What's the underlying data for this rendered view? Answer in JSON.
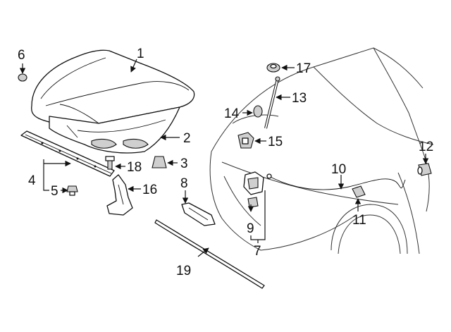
{
  "callouts": [
    {
      "id": "c1",
      "number": "1"
    },
    {
      "id": "c2",
      "number": "2"
    },
    {
      "id": "c3",
      "number": "3"
    },
    {
      "id": "c4",
      "number": "4"
    },
    {
      "id": "c5",
      "number": "5"
    },
    {
      "id": "c6",
      "number": "6"
    },
    {
      "id": "c7",
      "number": "7"
    },
    {
      "id": "c8",
      "number": "8"
    },
    {
      "id": "c9",
      "number": "9"
    },
    {
      "id": "c10",
      "number": "10"
    },
    {
      "id": "c11",
      "number": "11"
    },
    {
      "id": "c12",
      "number": "12"
    },
    {
      "id": "c13",
      "number": "13"
    },
    {
      "id": "c14",
      "number": "14"
    },
    {
      "id": "c15",
      "number": "15"
    },
    {
      "id": "c16",
      "number": "16"
    },
    {
      "id": "c17",
      "number": "17"
    },
    {
      "id": "c18",
      "number": "18"
    },
    {
      "id": "c19",
      "number": "19"
    }
  ]
}
